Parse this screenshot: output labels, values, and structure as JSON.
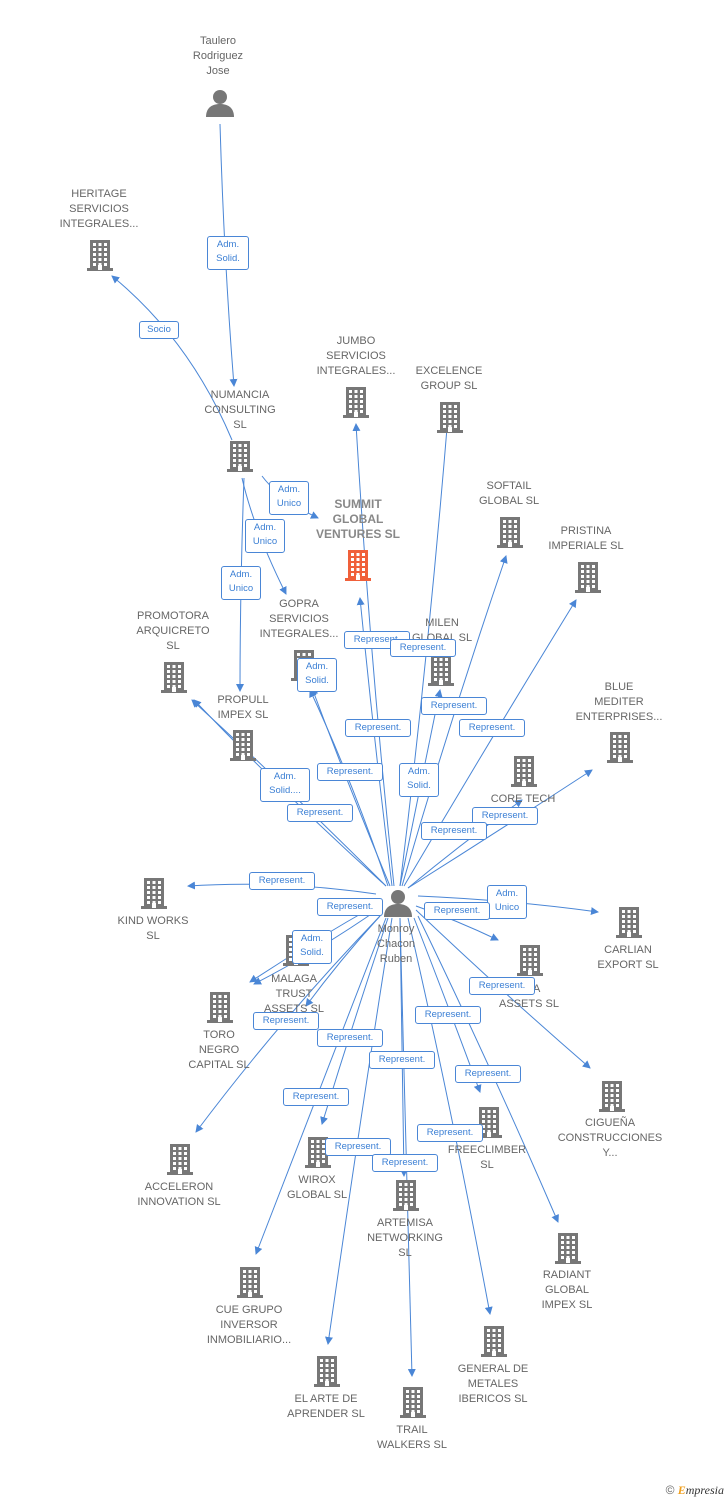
{
  "colors": {
    "edge": "#4a86d6",
    "node_icon": "#777777",
    "focus_icon": "#f0603a",
    "label": "#666666",
    "relation_text": "#3b7fd4"
  },
  "people": [
    {
      "id": "taulero",
      "label": "Taulero\nRodriguez\nJose"
    },
    {
      "id": "monroy",
      "label": "Monroy\nChacon\nRuben"
    }
  ],
  "companies": [
    {
      "id": "heritage",
      "label": "HERITAGE\nSERVICIOS\nINTEGRALES..."
    },
    {
      "id": "numancia",
      "label": "NUMANCIA\nCONSULTING\nSL"
    },
    {
      "id": "jumbo",
      "label": "JUMBO\nSERVICIOS\nINTEGRALES..."
    },
    {
      "id": "excelence",
      "label": "EXCELENCE\nGROUP SL"
    },
    {
      "id": "summit",
      "label": "SUMMIT\nGLOBAL\nVENTURES SL",
      "focus": true
    },
    {
      "id": "softail",
      "label": "SOFTAIL\nGLOBAL SL"
    },
    {
      "id": "pristina",
      "label": "PRISTINA\nIMPERIALE SL"
    },
    {
      "id": "promotora",
      "label": "PROMOTORA\nARQUICRETO\nSL"
    },
    {
      "id": "gopra",
      "label": "GOPRA\nSERVICIOS\nINTEGRALES..."
    },
    {
      "id": "milen",
      "label": "MILEN\nGLOBAL SL"
    },
    {
      "id": "propull",
      "label": "PROPULL\nIMPEX SL"
    },
    {
      "id": "blue",
      "label": "BLUE\nMEDITER\nENTERPRISES..."
    },
    {
      "id": "coretech",
      "label": "CORE TECH\n..."
    },
    {
      "id": "kindworks",
      "label": "KIND WORKS\nSL"
    },
    {
      "id": "malaga",
      "label": "MALAGA\nTRUST\nASSETS SL"
    },
    {
      "id": "carlian",
      "label": "CARLIAN\nEXPORT SL"
    },
    {
      "id": "laassets",
      "label": "...LA\nASSETS SL"
    },
    {
      "id": "toro",
      "label": "TORO\nNEGRO\nCAPITAL SL"
    },
    {
      "id": "ciguena",
      "label": "CIGUEÑA\nCONSTRUCCIONES\nY..."
    },
    {
      "id": "accel",
      "label": "ACCELERON\nINNOVATION SL"
    },
    {
      "id": "wirox",
      "label": "WIROX\nGLOBAL SL"
    },
    {
      "id": "freeclimber",
      "label": "FREECLIMBER\nSL"
    },
    {
      "id": "artemisa",
      "label": "ARTEMISA\nNETWORKING\nSL"
    },
    {
      "id": "radiant",
      "label": "RADIANT\nGLOBAL\nIMPEX SL"
    },
    {
      "id": "cue",
      "label": "CUE GRUPO\nINVERSOR\nINMOBILIARIO..."
    },
    {
      "id": "general",
      "label": "GENERAL DE\nMETALES\nIBERICOS SL"
    },
    {
      "id": "elarte",
      "label": "EL ARTE DE\nAPRENDER SL"
    },
    {
      "id": "trail",
      "label": "TRAIL\nWALKERS SL"
    }
  ],
  "relations": [
    {
      "id": "r_taulero_numancia",
      "label": "Adm.\nSolid."
    },
    {
      "id": "r_numancia_heritage",
      "label": "Socio"
    },
    {
      "id": "r_numancia_summit",
      "label": "Adm.\nUnico"
    },
    {
      "id": "r_numancia_gopra",
      "label": "Adm.\nUnico"
    },
    {
      "id": "r_numancia_propull",
      "label": "Adm.\nUnico"
    },
    {
      "id": "r_monroy_summit",
      "label": "Represent."
    },
    {
      "id": "r_monroy_jumbo",
      "label": "Represent."
    },
    {
      "id": "r_monroy_excelence",
      "label": "Represent."
    },
    {
      "id": "r_monroy_softail",
      "label": "Represent."
    },
    {
      "id": "r_monroy_pristina",
      "label": "Represent."
    },
    {
      "id": "r_monroy_gopra_a",
      "label": "Adm.\nSolid."
    },
    {
      "id": "r_monroy_gopra_r",
      "label": "Represent."
    },
    {
      "id": "r_monroy_milen",
      "label": "Adm.\nSolid."
    },
    {
      "id": "r_monroy_promotora_a",
      "label": "Adm.\nSolid...."
    },
    {
      "id": "r_monroy_promotora_r",
      "label": "Represent."
    },
    {
      "id": "r_monroy_blue",
      "label": "Represent."
    },
    {
      "id": "r_monroy_coretech",
      "label": "Represent."
    },
    {
      "id": "r_monroy_kindworks",
      "label": "Represent."
    },
    {
      "id": "r_monroy_malaga_r",
      "label": "Represent."
    },
    {
      "id": "r_monroy_malaga_a",
      "label": "Adm.\nSolid."
    },
    {
      "id": "r_monroy_carlian",
      "label": "Adm.\nUnico"
    },
    {
      "id": "r_monroy_laassets_r",
      "label": "Represent."
    },
    {
      "id": "r_monroy_ciguena",
      "label": "Represent."
    },
    {
      "id": "r_monroy_toro",
      "label": "Represent."
    },
    {
      "id": "r_monroy_accel",
      "label": "Represent."
    },
    {
      "id": "r_monroy_freeclimber",
      "label": "Represent."
    },
    {
      "id": "r_monroy_artemisa",
      "label": "Represent."
    },
    {
      "id": "r_monroy_wirox",
      "label": "Represent."
    },
    {
      "id": "r_monroy_radiant",
      "label": "Represent."
    },
    {
      "id": "r_monroy_cue",
      "label": "Represent."
    },
    {
      "id": "r_monroy_general",
      "label": "Represent."
    },
    {
      "id": "r_monroy_elarte",
      "label": "Represent."
    },
    {
      "id": "r_monroy_trail",
      "label": "Represent."
    }
  ],
  "footer": {
    "copyright": "©",
    "brand_initial": "E",
    "brand_rest": "mpresia"
  }
}
